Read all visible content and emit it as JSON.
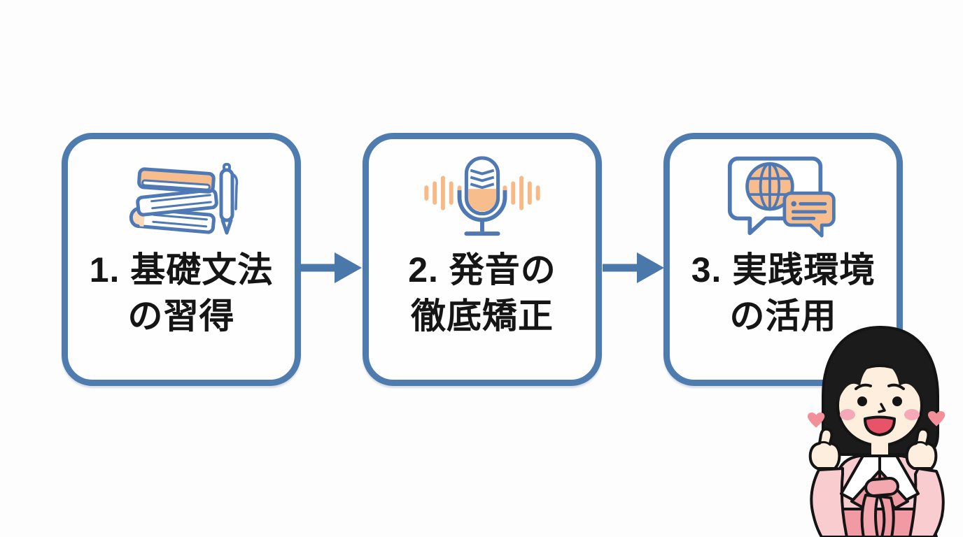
{
  "diagram": {
    "kind": "three-step-flow",
    "steps": [
      {
        "number": "1",
        "label_lines": [
          "1. 基礎文法",
          "の習得"
        ],
        "icon": "books-and-pen"
      },
      {
        "number": "2",
        "label_lines": [
          "2. 発音の",
          "徹底矯正"
        ],
        "icon": "microphone-sound-waves"
      },
      {
        "number": "3",
        "label_lines": [
          "3. 実践環境",
          "の活用"
        ],
        "icon": "globe-chat-bubbles"
      }
    ],
    "connectors": [
      {
        "from": "1",
        "to": "2",
        "direction": "right"
      },
      {
        "from": "2",
        "to": "3",
        "direction": "right"
      }
    ]
  },
  "character": {
    "kind": "girl-in-pink-hanbok-making-finger-hearts",
    "hearts_count": 2
  },
  "colors": {
    "background": "#fdfdfd",
    "box_border_blue": "#4e7cae",
    "arrow_blue": "#4a78ab",
    "icon_blue": "#4e79b5",
    "icon_orange": "#f8bd8c",
    "icon_peach": "#fbd9b8",
    "wave_orange": "#f7b986",
    "text_black": "#151515",
    "hanbok_jacket_pink": "#f9cdd0",
    "hanbok_skirt_pink": "#f19aa3",
    "hanbok_trim_pink": "#ef9aa2",
    "skin": "#fdeedd",
    "cheek_pink": "#f5a9b8",
    "mouth_red": "#e85467",
    "heart_pink": "#f28f98",
    "hair_black": "#1b1b1b"
  }
}
